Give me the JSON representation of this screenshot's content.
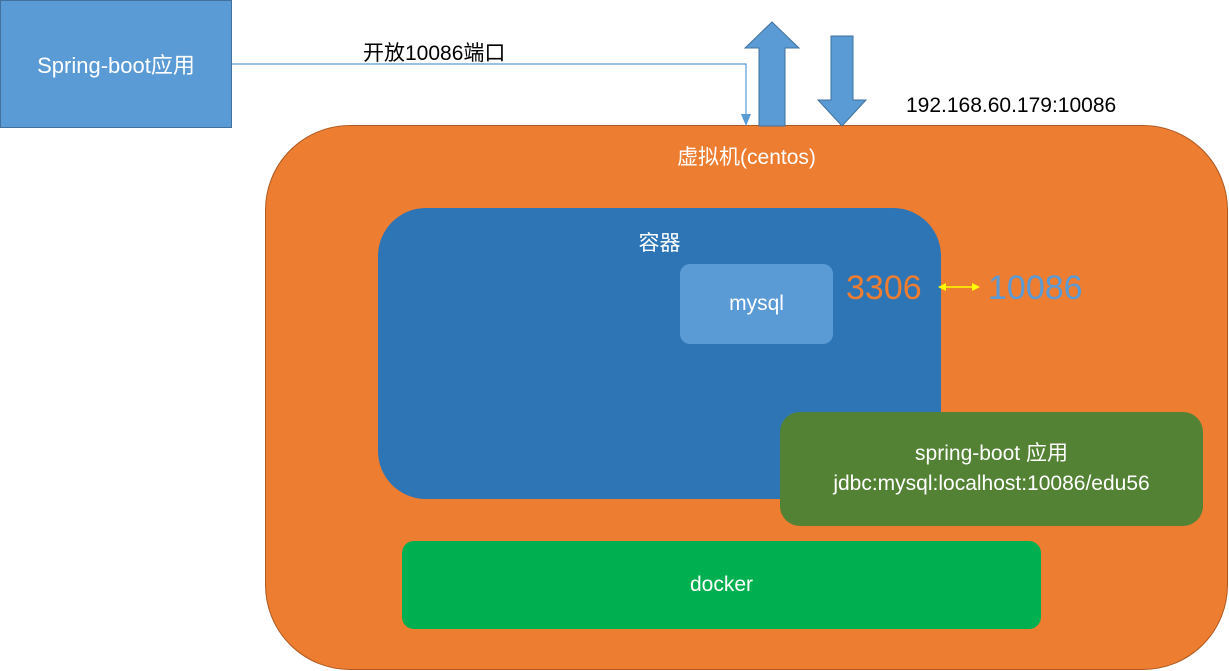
{
  "spring_app": {
    "label": "Spring-boot应用"
  },
  "connection": {
    "port_label": "开放10086端口"
  },
  "vm": {
    "title": "虚拟机(centos)",
    "address": "192.168.60.179:10086"
  },
  "container": {
    "title": "容器",
    "mysql_label": "mysql"
  },
  "port_mapping": {
    "inner": "3306",
    "outer": "10086"
  },
  "internal_app": {
    "label": "spring-boot 应用",
    "jdbc_url": "jdbc:mysql:localhost:10086/edu56"
  },
  "docker": {
    "label": "docker"
  },
  "colors": {
    "vm": "#ed7d31",
    "container": "#2e75b6",
    "mysql": "#5b9bd5",
    "spring_app": "#5b9bd5",
    "internal_app": "#548235",
    "docker": "#00b050",
    "mapping_arrow": "#ffff00"
  }
}
